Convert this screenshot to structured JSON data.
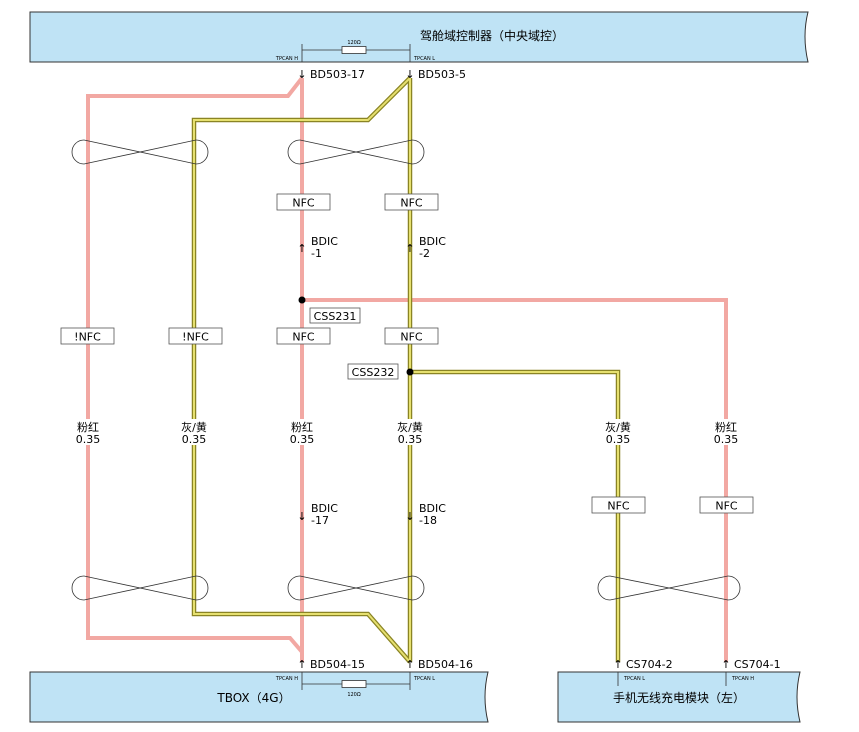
{
  "modules": {
    "top": {
      "title": "驾舱域控制器（中央域控）",
      "resistor": "120Ω",
      "can_h": "TPCAN H",
      "can_l": "TPCAN L"
    },
    "tbox": {
      "title": "TBOX（4G）",
      "resistor": "120Ω",
      "can_h": "TPCAN H",
      "can_l": "TPCAN L"
    },
    "charger": {
      "title": "手机无线充电模块（左）",
      "can_l": "TPCAN L",
      "can_h": "TPCAN H"
    }
  },
  "pins": {
    "bd503_17": "BD503-17",
    "bd503_5": "BD503-5",
    "bd504_15": "BD504-15",
    "bd504_16": "BD504-16",
    "cs704_2": "CS704-2",
    "cs704_1": "CS704-1"
  },
  "inline_connectors": {
    "bdic_1": [
      "BDIC",
      "-1"
    ],
    "bdic_2": [
      "BDIC",
      "-2"
    ],
    "bdic_17": [
      "BDIC",
      "-17"
    ],
    "bdic_18": [
      "BDIC",
      "-18"
    ]
  },
  "splices": {
    "css231": "CSS231",
    "css232": "CSS232"
  },
  "options": {
    "nfc": "NFC",
    "not_nfc": "!NFC"
  },
  "wires": {
    "pink": {
      "color_name": "粉红",
      "gauge": "0.35"
    },
    "grey_yellow": {
      "color_name": "灰/黄",
      "gauge": "0.35"
    }
  },
  "colors": {
    "pink_wire": "#f2a8a3",
    "yellow_wire": "#c9c23a",
    "module_fill": "#bfe3f5",
    "module_stroke": "#333333"
  }
}
